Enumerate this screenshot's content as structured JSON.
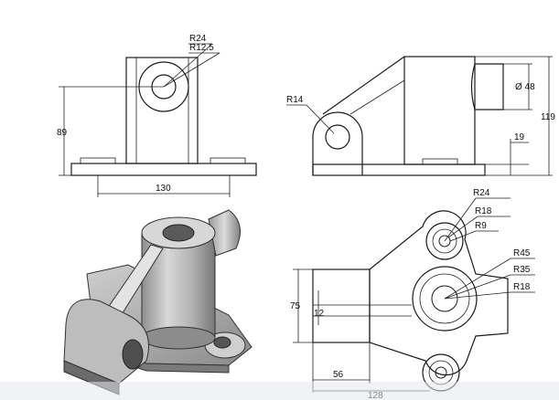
{
  "drawing": {
    "top_left_view": {
      "r_outer": "R24",
      "r_inner": "R12.5",
      "height": "89",
      "width": "130"
    },
    "top_right_view": {
      "radius": "R14",
      "diameter": "Ø 48",
      "total_height": "119",
      "base_height": "19"
    },
    "bottom_right_view": {
      "r_top_outer": "R24",
      "r_top_mid": "R18",
      "r_top_inner": "R9",
      "r_center_outer": "R45",
      "r_center_mid": "R35",
      "r_center_inner": "R18",
      "height_left": "75",
      "slot": "12",
      "width_inner": "56",
      "width_total": "128"
    }
  },
  "colors": {
    "line": "#1a1a1a",
    "shade_light": "#d9d9d9",
    "shade_mid": "#a8a8a8",
    "shade_dark": "#6e6e6e",
    "bottom_bar": "#e3e7ee"
  }
}
